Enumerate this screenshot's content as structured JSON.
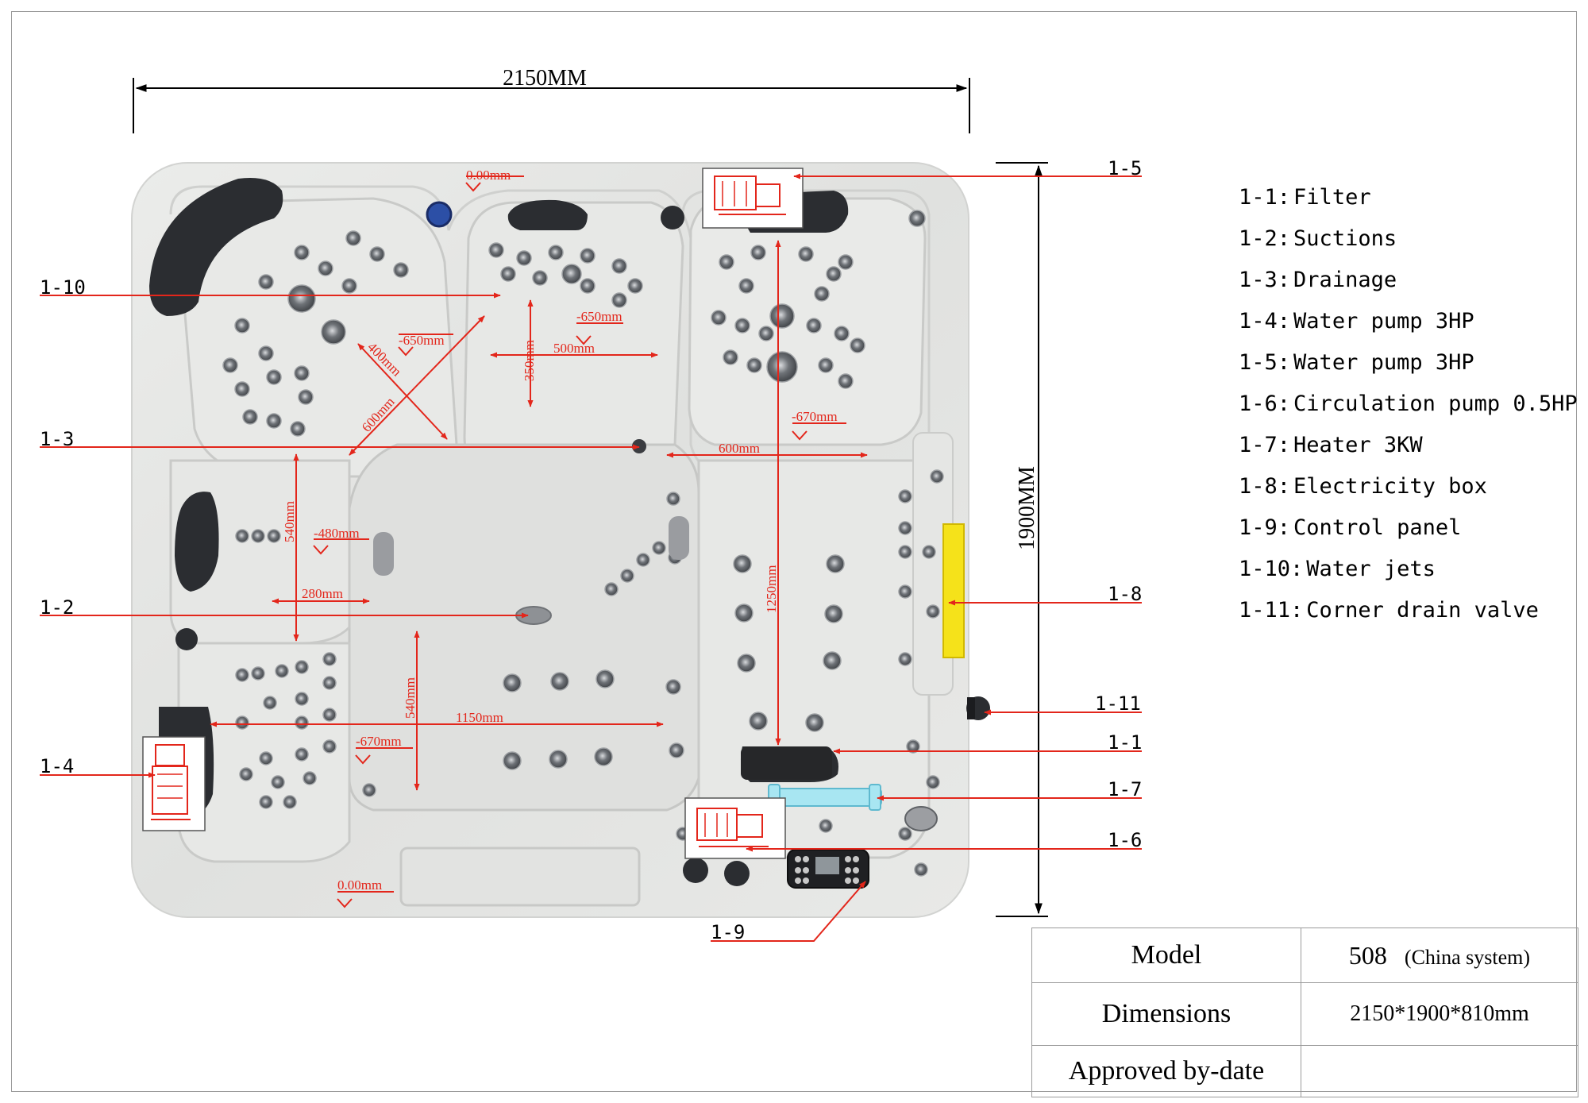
{
  "dimensions": {
    "width": "2150MM",
    "height": "1900MM"
  },
  "callouts": {
    "c1_1": "1-1",
    "c1_2": "1-2",
    "c1_3": "1-3",
    "c1_4": "1-4",
    "c1_5": "1-5",
    "c1_6": "1-6",
    "c1_7": "1-7",
    "c1_8": "1-8",
    "c1_9": "1-9",
    "c1_10": "1-10",
    "c1_11": "1-11"
  },
  "measurements": {
    "m_400": "400mm",
    "m_600_diag": "600mm",
    "m_650_a": "-650mm",
    "m_650_b": "-650mm",
    "m_350": "350mm",
    "m_500": "500mm",
    "m_670_a": "-670mm",
    "m_600_h": "600mm",
    "m_540_left": "540mm",
    "m_480": "-480mm",
    "m_280": "280mm",
    "m_1250": "1250mm",
    "m_540_center": "540mm",
    "m_1150": "1150mm",
    "m_670_b": "-670mm",
    "m_000_top": "0.00mm",
    "m_000_bottom": "0.00mm"
  },
  "legend": [
    {
      "code": "1-1",
      "label": "Filter"
    },
    {
      "code": "1-2",
      "label": "Suctions"
    },
    {
      "code": "1-3",
      "label": "Drainage"
    },
    {
      "code": "1-4",
      "label": "Water pump 3HP"
    },
    {
      "code": "1-5",
      "label": "Water pump 3HP"
    },
    {
      "code": "1-6",
      "label": "Circulation pump 0.5HP"
    },
    {
      "code": "1-7",
      "label": "Heater 3KW"
    },
    {
      "code": "1-8",
      "label": "Electricity box"
    },
    {
      "code": "1-9",
      "label": "Control panel"
    },
    {
      "code": "1-10",
      "label": "Water jets"
    },
    {
      "code": "1-11",
      "label": "Corner drain valve"
    }
  ],
  "spec_table": {
    "model_label": "Model",
    "model_value": "508",
    "model_system": "(China system)",
    "dimensions_label": "Dimensions",
    "dimensions_value": "2150*1900*810mm",
    "approved_label": "Approved by-date",
    "approved_value": ""
  },
  "colors": {
    "annotation_red": "#e3261b",
    "shell": "#e4e5e3",
    "pillow": "#2b2d31",
    "electric_box": "#f5e21a",
    "heater": "#a8e6f2",
    "jet": "#8e9195"
  },
  "legend_separator": ":"
}
